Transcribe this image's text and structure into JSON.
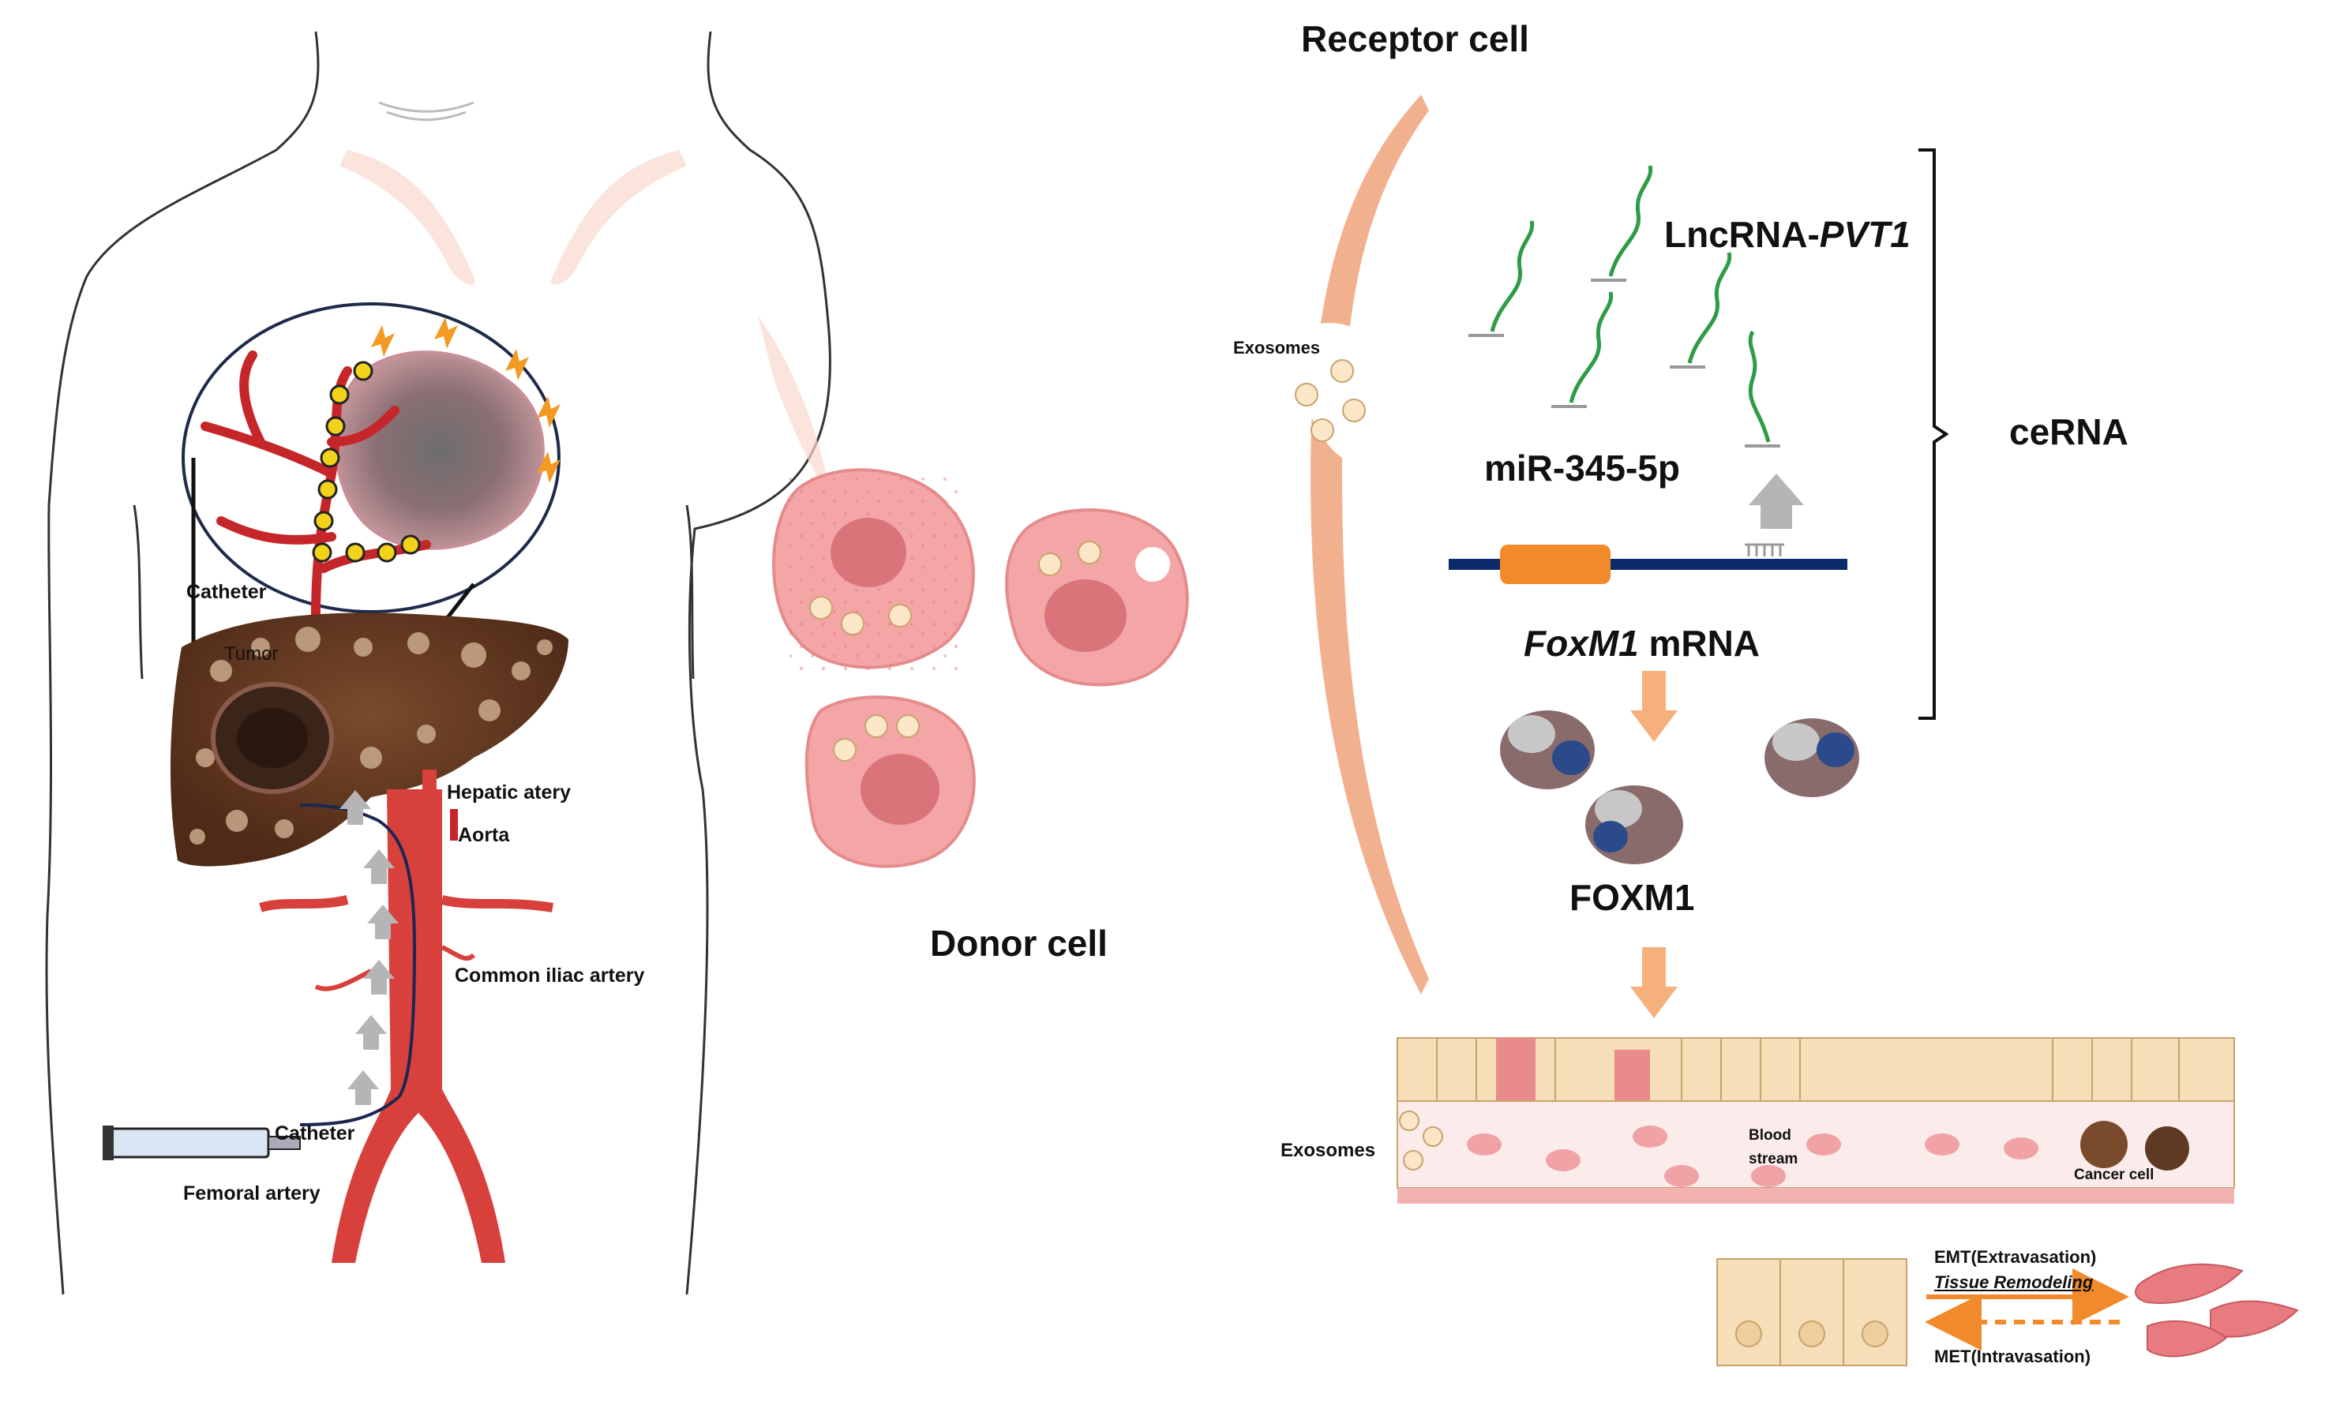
{
  "labels": {
    "receptor_cell": "Receptor cell",
    "donor_cell": "Donor cell",
    "exosomes_top": "Exosomes",
    "exosomes_bottom": "Exosomes",
    "lncrna_prefix": "LncRNA-",
    "lncrna_gene": "PVT1",
    "mirna": "miR-345-5p",
    "cerna": "ceRNA",
    "foxm1_gene": "FoxM1",
    "foxm1_mrna_suffix": " mRNA",
    "foxm1_protein": "FOXM1",
    "blood_stream_1": "Blood",
    "blood_stream_2": "stream",
    "cancer_cell": "Cancer cell",
    "emt": "EMT(Extravasation)",
    "tissue_remodeling": "Tissue Remodeling",
    "met": "MET(Intravasation)",
    "catheter_top": "Catheter",
    "tumor": "Tumor",
    "hepatic_artery": "Hepatic atery",
    "aorta": "Aorta",
    "common_iliac": "Common iliac artery",
    "catheter_bottom": "Catheter",
    "femoral_artery": "Femoral artery"
  },
  "colors": {
    "membrane": "#f2b18e",
    "donor_cell": "#f4a6a6",
    "nucleus": "#d9747a",
    "artery": "#d8403c",
    "liver": "#6b3a22",
    "rna_green": "#2e9b47",
    "mrna_line": "#0b2a6b",
    "orf_orange": "#f08a2a",
    "arrow_orange": "#f5b07c",
    "arrow_gray": "#b5b5b5"
  }
}
